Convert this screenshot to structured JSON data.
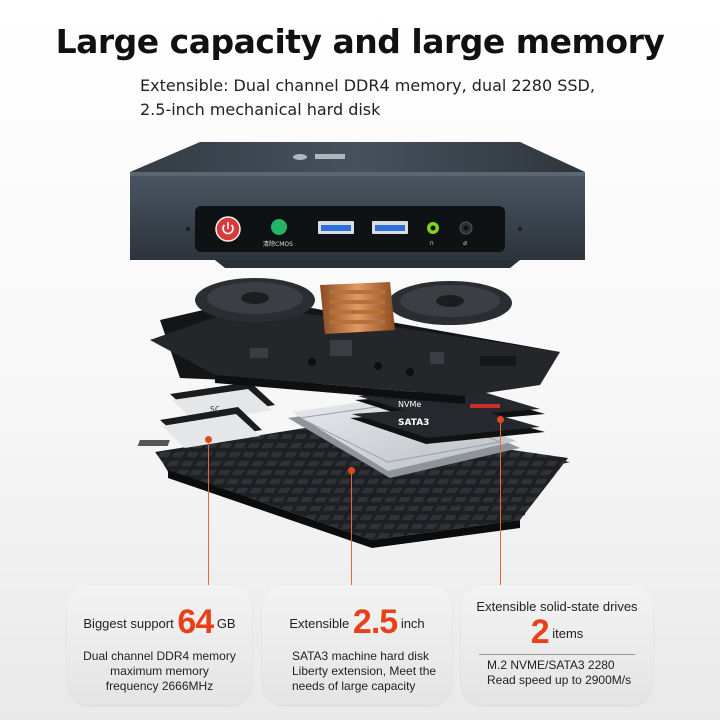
{
  "headline": "Large capacity and large memory",
  "subtitle_lines": [
    "Extensible: Dual channel DDR4 memory, dual 2280 SSD,",
    "2.5-inch mechanical hard disk"
  ],
  "device": {
    "logo_text": "",
    "cmos_label": "清除CMOS",
    "ssd_labels": [
      "NVMe",
      "SATA3"
    ],
    "ram_label": "SC"
  },
  "cards": [
    {
      "prefix": "Biggest support",
      "value": "64",
      "unit": "GB",
      "desc": [
        "Dual channel DDR4 memory",
        "maximum memory",
        "frequency 2666MHz"
      ]
    },
    {
      "prefix": "Extensible",
      "value": "2.5",
      "unit": "inch",
      "desc": [
        "SATA3 machine hard disk",
        "Liberty extension, Meet the",
        "needs of large capacity"
      ]
    },
    {
      "title": "Extensible solid-state drives",
      "value": "2",
      "unit": "items",
      "desc": [
        "M.2 NVME/SATA3 2280",
        "Read speed up to 2900M/s"
      ]
    }
  ],
  "colors": {
    "accent": "#e8411a",
    "case": "#3e4752",
    "board": "#1f2124",
    "power_button": "#d8393a",
    "cmos_button": "#22b566",
    "usb_blue": "#2a6fdb",
    "audio_green": "#7ed321"
  },
  "icons": [
    "power-icon",
    "usb-port-icon",
    "headphone-icon",
    "microphone-icon"
  ]
}
